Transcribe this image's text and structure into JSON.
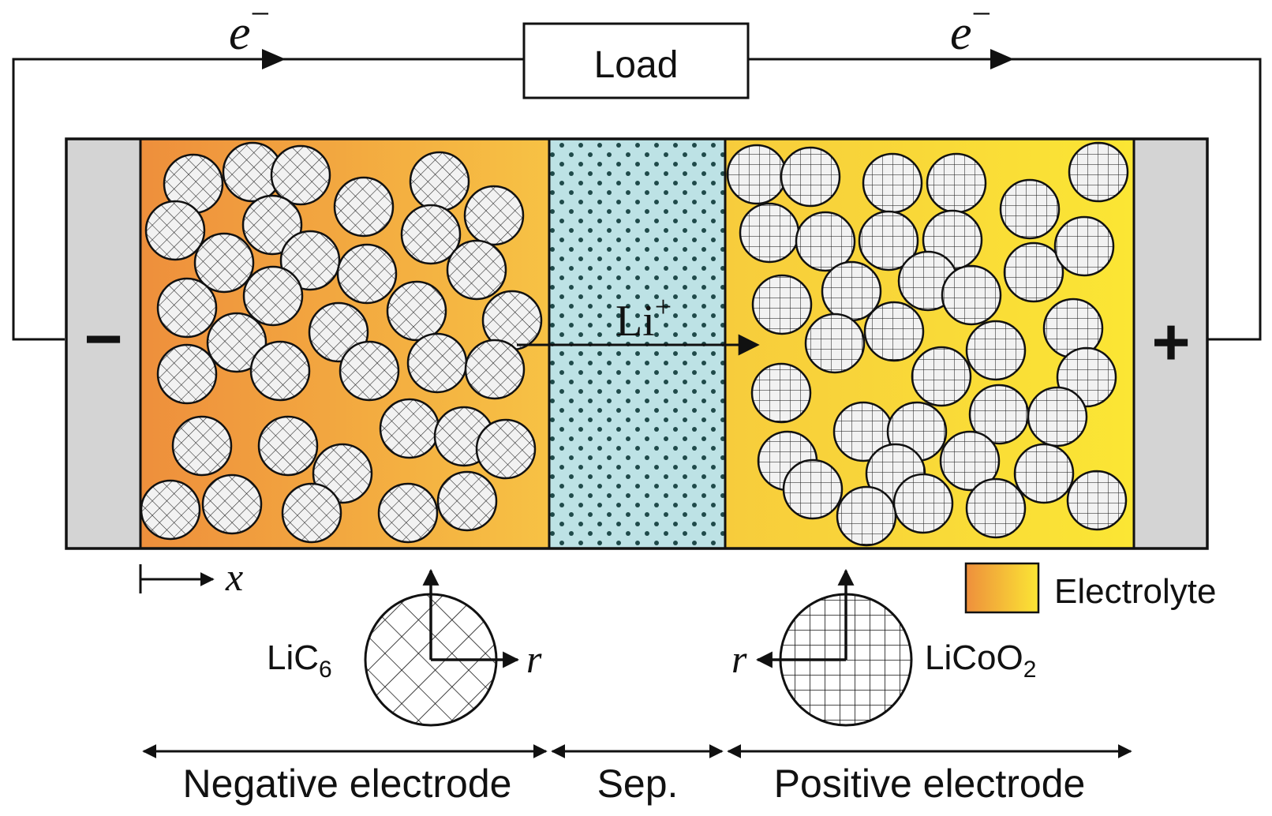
{
  "load_label": "Load",
  "electron_symbol": "e",
  "electron_charge": "−",
  "ion_label": "Li",
  "ion_charge": "+",
  "negative_terminal": "−",
  "positive_terminal": "+",
  "axis_x_label": "x",
  "radial_label": "r",
  "negative_material": {
    "base": "LiC",
    "subscript": "6"
  },
  "positive_material": {
    "base": "LiCoO",
    "subscript": "2"
  },
  "legend_label": "Electrolyte",
  "regions": {
    "negative": "Negative electrode",
    "separator": "Sep.",
    "positive": "Positive electrode"
  },
  "colors": {
    "negative_electrolyte_start": "#ee8f3c",
    "negative_electrolyte_end": "#f7c244",
    "positive_electrolyte_start": "#f7cc3c",
    "positive_electrolyte_end": "#fbe634",
    "separator_fill": "#bde2e5",
    "separator_dots": "#1f4a4a",
    "current_collector": "#d4d4d4",
    "particle_fill": "#f2f2f2",
    "outline": "#111111"
  }
}
